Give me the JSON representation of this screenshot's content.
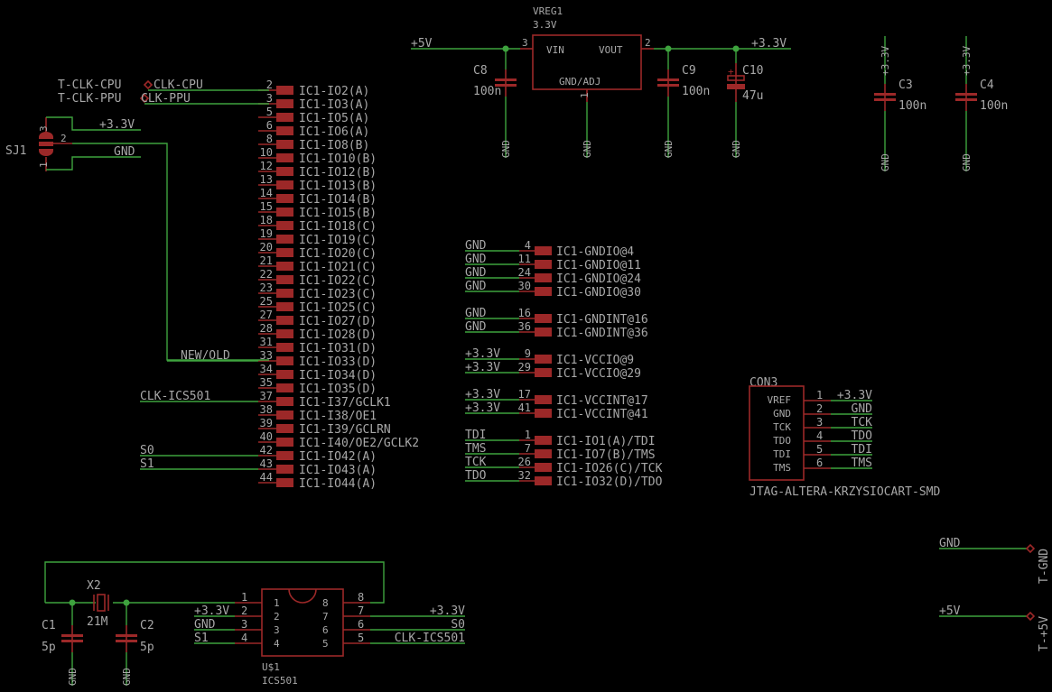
{
  "colors": {
    "background": "#000000",
    "wire": "#3ea33e",
    "component": "#9c2828",
    "text": "#a8a8a8"
  },
  "ic1_left": {
    "pins": [
      {
        "num": "2",
        "label": "IC1-IO2(A)",
        "net": "CLK-CPU"
      },
      {
        "num": "3",
        "label": "IC1-IO3(A)",
        "net": "CLK-PPU"
      },
      {
        "num": "5",
        "label": "IC1-IO5(A)",
        "net": ""
      },
      {
        "num": "6",
        "label": "IC1-IO6(A)",
        "net": ""
      },
      {
        "num": "8",
        "label": "IC1-IO8(B)",
        "net": ""
      },
      {
        "num": "10",
        "label": "IC1-IO10(B)",
        "net": ""
      },
      {
        "num": "12",
        "label": "IC1-IO12(B)",
        "net": ""
      },
      {
        "num": "13",
        "label": "IC1-IO13(B)",
        "net": ""
      },
      {
        "num": "14",
        "label": "IC1-IO14(B)",
        "net": ""
      },
      {
        "num": "15",
        "label": "IC1-IO15(B)",
        "net": ""
      },
      {
        "num": "18",
        "label": "IC1-IO18(C)",
        "net": ""
      },
      {
        "num": "19",
        "label": "IC1-IO19(C)",
        "net": ""
      },
      {
        "num": "20",
        "label": "IC1-IO20(C)",
        "net": ""
      },
      {
        "num": "21",
        "label": "IC1-IO21(C)",
        "net": ""
      },
      {
        "num": "22",
        "label": "IC1-IO22(C)",
        "net": ""
      },
      {
        "num": "23",
        "label": "IC1-IO23(C)",
        "net": ""
      },
      {
        "num": "25",
        "label": "IC1-IO25(C)",
        "net": ""
      },
      {
        "num": "27",
        "label": "IC1-IO27(D)",
        "net": ""
      },
      {
        "num": "28",
        "label": "IC1-IO28(D)",
        "net": ""
      },
      {
        "num": "31",
        "label": "IC1-IO31(D)",
        "net": ""
      },
      {
        "num": "33",
        "label": "IC1-IO33(D)",
        "net": "NEW/OLD"
      },
      {
        "num": "34",
        "label": "IC1-IO34(D)",
        "net": ""
      },
      {
        "num": "35",
        "label": "IC1-IO35(D)",
        "net": ""
      },
      {
        "num": "37",
        "label": "IC1-I37/GCLK1",
        "net": "CLK-ICS501"
      },
      {
        "num": "38",
        "label": "IC1-I38/OE1",
        "net": ""
      },
      {
        "num": "39",
        "label": "IC1-I39/GCLRN",
        "net": ""
      },
      {
        "num": "40",
        "label": "IC1-I40/OE2/GCLK2",
        "net": ""
      },
      {
        "num": "42",
        "label": "IC1-IO42(A)",
        "net": "S0"
      },
      {
        "num": "43",
        "label": "IC1-IO43(A)",
        "net": "S1"
      },
      {
        "num": "44",
        "label": "IC1-IO44(A)",
        "net": ""
      }
    ]
  },
  "ic1_power": {
    "groups": [
      [
        {
          "num": "4",
          "label": "IC1-GNDIO@4",
          "net": "GND"
        },
        {
          "num": "11",
          "label": "IC1-GNDIO@11",
          "net": "GND"
        },
        {
          "num": "24",
          "label": "IC1-GNDIO@24",
          "net": "GND"
        },
        {
          "num": "30",
          "label": "IC1-GNDIO@30",
          "net": "GND"
        }
      ],
      [
        {
          "num": "16",
          "label": "IC1-GNDINT@16",
          "net": "GND"
        },
        {
          "num": "36",
          "label": "IC1-GNDINT@36",
          "net": "GND"
        }
      ],
      [
        {
          "num": "9",
          "label": "IC1-VCCIO@9",
          "net": "+3.3V"
        },
        {
          "num": "29",
          "label": "IC1-VCCIO@29",
          "net": "+3.3V"
        }
      ],
      [
        {
          "num": "17",
          "label": "IC1-VCCINT@17",
          "net": "+3.3V"
        },
        {
          "num": "41",
          "label": "IC1-VCCINT@41",
          "net": "+3.3V"
        }
      ],
      [
        {
          "num": "1",
          "label": "IC1-IO1(A)/TDI",
          "net": "TDI"
        },
        {
          "num": "7",
          "label": "IC1-IO7(B)/TMS",
          "net": "TMS"
        },
        {
          "num": "26",
          "label": "IC1-IO26(C)/TCK",
          "net": "TCK"
        },
        {
          "num": "32",
          "label": "IC1-IO32(D)/TDO",
          "net": "TDO"
        }
      ]
    ]
  },
  "testpoints": {
    "clk_cpu": {
      "name": "T-CLK-CPU",
      "net": "CLK-CPU"
    },
    "clk_ppu": {
      "name": "T-CLK-PPU",
      "net": "CLK-PPU"
    },
    "gnd": {
      "name": "T-GND",
      "net": "GND"
    },
    "p5v": {
      "name": "T-+5V",
      "net": "+5V"
    }
  },
  "sj1": {
    "name": "SJ1",
    "pin1": "1",
    "pin2": "2",
    "pin3": "3",
    "net_top": "+3.3V",
    "net_bottom": "GND"
  },
  "vreg": {
    "name": "VREG1",
    "value": "3.3V",
    "vin": "VIN",
    "vout": "VOUT",
    "gnd": "GND/ADJ",
    "pin_in": "3",
    "pin_out": "2",
    "pin_gnd": "1",
    "net_in": "+5V",
    "net_out": "+3.3V",
    "gnd_net": "GND"
  },
  "caps": {
    "c8": {
      "name": "C8",
      "value": "100n"
    },
    "c9": {
      "name": "C9",
      "value": "100n"
    },
    "c10": {
      "name": "C10",
      "value": "47u",
      "polarity": "+"
    },
    "c3": {
      "name": "C3",
      "value": "100n",
      "net": "+3.3V",
      "gnd": "GND"
    },
    "c4": {
      "name": "C4",
      "value": "100n",
      "net": "+3.3V",
      "gnd": "GND"
    },
    "c1": {
      "name": "C1",
      "value": "5p",
      "gnd": "GND"
    },
    "c2": {
      "name": "C2",
      "value": "5p",
      "gnd": "GND"
    }
  },
  "crystal": {
    "name": "X2",
    "value": "21M"
  },
  "con3": {
    "name": "CON3",
    "part": "JTAG-ALTERA-KRZYSIOCART-SMD",
    "pins": [
      {
        "num": "1",
        "label": "VREF",
        "net": "+3.3V"
      },
      {
        "num": "2",
        "label": "GND",
        "net": "GND"
      },
      {
        "num": "3",
        "label": "TCK",
        "net": "TCK"
      },
      {
        "num": "4",
        "label": "TDO",
        "net": "TDO"
      },
      {
        "num": "5",
        "label": "TDI",
        "net": "TDI"
      },
      {
        "num": "6",
        "label": "TMS",
        "net": "TMS"
      }
    ]
  },
  "ics501": {
    "name": "U$1",
    "part": "ICS501",
    "left": [
      {
        "num": "1",
        "net": ""
      },
      {
        "num": "2",
        "net": "+3.3V"
      },
      {
        "num": "3",
        "net": "GND"
      },
      {
        "num": "4",
        "net": "S1"
      }
    ],
    "right": [
      {
        "num": "8",
        "net": ""
      },
      {
        "num": "7",
        "net": "+3.3V"
      },
      {
        "num": "6",
        "net": "S0"
      },
      {
        "num": "5",
        "net": "CLK-ICS501"
      }
    ]
  }
}
